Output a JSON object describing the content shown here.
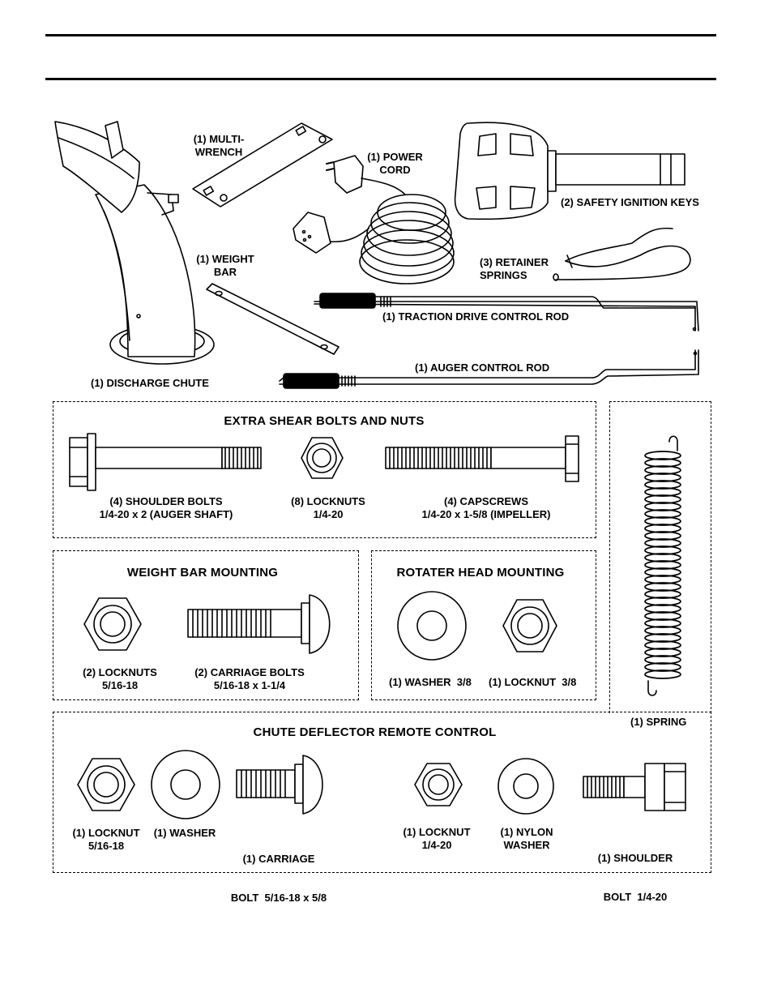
{
  "parts": {
    "multi_wrench": [
      "(1) MULTI-",
      "WRENCH"
    ],
    "power_cord": [
      "(1) POWER",
      "CORD"
    ],
    "safety_keys": "(2) SAFETY IGNITION KEYS",
    "retainer_springs": [
      "(3) RETAINER",
      "SPRINGS"
    ],
    "weight_bar": [
      "(1) WEIGHT",
      "BAR"
    ],
    "traction_rod": "(1) TRACTION DRIVE CONTROL ROD",
    "auger_rod": "(1) AUGER CONTROL ROD",
    "discharge_chute": "(1) DISCHARGE CHUTE"
  },
  "shear": {
    "title": "EXTRA SHEAR BOLTS AND NUTS",
    "shoulder_bolts": [
      "(4) SHOULDER BOLTS",
      "1/4-20 x 2 (AUGER SHAFT)"
    ],
    "locknuts": [
      "(8) LOCKNUTS",
      "1/4-20"
    ],
    "capscrews": [
      "(4) CAPSCREWS",
      "1/4-20 x 1-5/8 (IMPELLER)"
    ]
  },
  "weight_mount": {
    "title": "WEIGHT BAR MOUNTING",
    "locknuts": [
      "(2) LOCKNUTS",
      "5/16-18"
    ],
    "carriage_bolts": [
      "(2) CARRIAGE BOLTS",
      "5/16-18 x 1-1/4"
    ]
  },
  "rotater": {
    "title": "ROTATER HEAD MOUNTING",
    "washer": "(1) WASHER  3/8",
    "locknut": "(1) LOCKNUT  3/8"
  },
  "spring": "(1) SPRING",
  "chute_remote": {
    "title": "CHUTE DEFLECTOR REMOTE CONTROL",
    "locknut1": [
      "(1) LOCKNUT",
      "5/16-18"
    ],
    "washer1": "(1) WASHER",
    "carriage": [
      "(1) CARRIAGE",
      "BOLT  5/16-18 x 5/8"
    ],
    "locknut2": [
      "(1) LOCKNUT",
      "1/4-20"
    ],
    "nylon_washer": [
      "(1) NYLON",
      "WASHER"
    ],
    "shoulder_bolt": [
      "(1) SHOULDER",
      "BOLT  1/4-20"
    ]
  }
}
